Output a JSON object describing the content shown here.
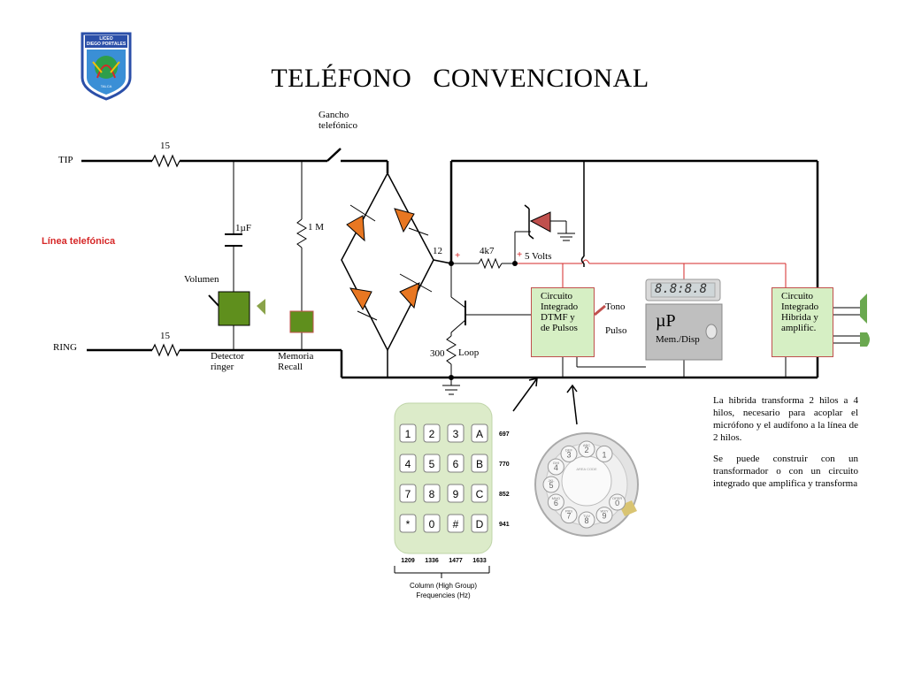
{
  "title": "TELÉFONO   CONVENCIONAL",
  "logo": {
    "line1": "LICEO",
    "line2": "DIEGO PORTALES",
    "line3": "TALCA",
    "colors": {
      "shield_blue": "#2b4fa8",
      "inner": "#3a8fd6",
      "green": "#2e9e4a"
    }
  },
  "labels": {
    "tip": "TIP",
    "ring": "RING",
    "linea": "Línea telefónica",
    "r_top": "15",
    "r_bottom": "15",
    "cap": "1µF",
    "res_1m": "1 M",
    "volumen": "Volumen",
    "detector_1": "Detector",
    "detector_2": "ringer",
    "memoria_1": "Memoria",
    "memoria_2": "Recall",
    "gancho_1": "Gancho",
    "gancho_2": "telefónico",
    "n12": "12",
    "plus1": "+",
    "r4k7": "4k7",
    "plus2": "+",
    "volts": "5 Volts",
    "r300": "300",
    "loop": "Loop",
    "tono": "Tono",
    "pulso": "Pulso"
  },
  "dtmf_ic": {
    "l1": "Circuito",
    "l2": "Integrado",
    "l3": "DTMF y",
    "l4": "de Pulsos"
  },
  "hybrid_ic": {
    "l1": "Circuito",
    "l2": "Integrado",
    "l3": "Hibrida y",
    "l4": "amplific."
  },
  "micro": {
    "symbol": "µP",
    "sub": "Mem./Disp",
    "display": "8.8:8.8"
  },
  "keypad": {
    "rows": [
      [
        "1",
        "2",
        "3",
        "A"
      ],
      [
        "4",
        "5",
        "6",
        "B"
      ],
      [
        "7",
        "8",
        "9",
        "C"
      ],
      [
        "*",
        "0",
        "#",
        "D"
      ]
    ],
    "row_freqs": [
      "697",
      "770",
      "852",
      "941"
    ],
    "col_freqs": [
      "1209",
      "1336",
      "1477",
      "1633"
    ],
    "caption_1": "Column (High Group)",
    "caption_2": "Frequencies (Hz)"
  },
  "dial": {
    "holes": [
      {
        "num": "1",
        "letters": ""
      },
      {
        "num": "2",
        "letters": "ABC"
      },
      {
        "num": "3",
        "letters": "DEF"
      },
      {
        "num": "4",
        "letters": "GHI"
      },
      {
        "num": "5",
        "letters": "JKL"
      },
      {
        "num": "6",
        "letters": "MNO"
      },
      {
        "num": "7",
        "letters": "PRS"
      },
      {
        "num": "8",
        "letters": "TUV"
      },
      {
        "num": "9",
        "letters": "WXY"
      },
      {
        "num": "0",
        "letters": "OPER"
      }
    ],
    "center": "AREA CODE"
  },
  "text": {
    "p1": "La hibrida transforma 2 hilos a 4 hilos, necesario para acoplar el micrófono y el audífono a la línea de 2 hilos.",
    "p2": "Se puede construir con un transformador o con un circuito integrado que amplifica y transforma"
  },
  "colors": {
    "diode": "#e87722",
    "led": "#c0504d",
    "green_comp": "#5f8f1d",
    "ic_fill": "#d6efc4",
    "ic_border": "#c0504d",
    "red_wire": "#d62828",
    "mp_fill": "#bfbfbf"
  }
}
